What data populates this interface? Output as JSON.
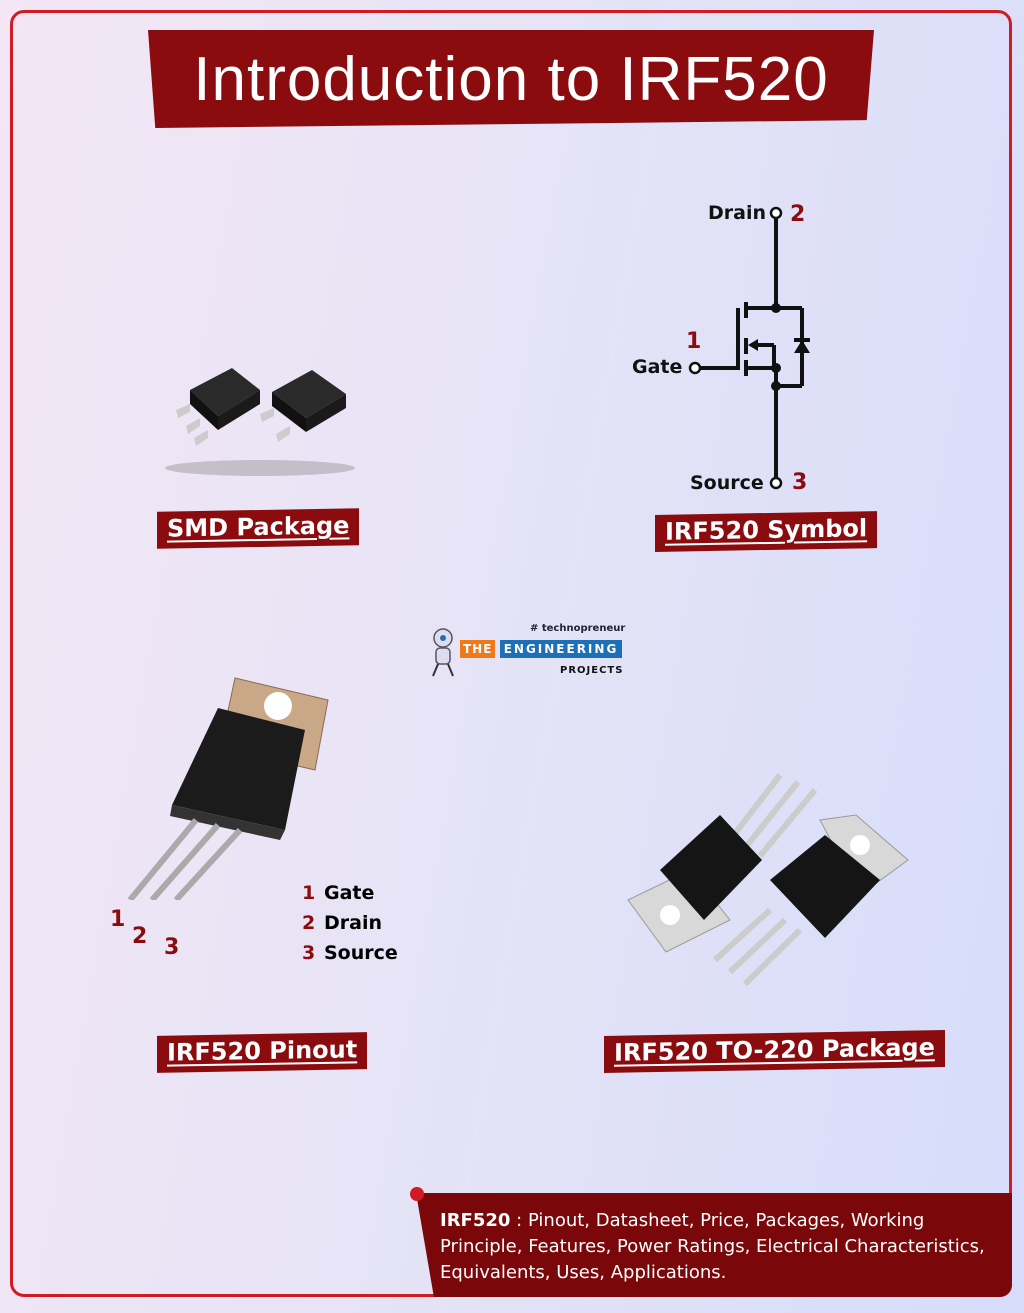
{
  "title": "Introduction to IRF520",
  "labels": {
    "smd": "SMD Package",
    "symbol": "IRF520 Symbol",
    "pinout": "IRF520 Pinout",
    "to220": "IRF520 TO-220 Package"
  },
  "symbol": {
    "drain": "Drain",
    "drain_num": "2",
    "gate": "Gate",
    "gate_num": "1",
    "source": "Source",
    "source_num": "3"
  },
  "pinout": {
    "pin_numbers": [
      "1",
      "2",
      "3"
    ],
    "list": [
      {
        "num": "1",
        "name": "Gate"
      },
      {
        "num": "2",
        "name": "Drain"
      },
      {
        "num": "3",
        "name": "Source"
      }
    ]
  },
  "logo": {
    "tagline": "# technopreneur",
    "the": "THE",
    "engineering": "ENGINEERING",
    "projects": "PROJECTS"
  },
  "footer": {
    "bold": "IRF520",
    "text": " : Pinout, Datasheet, Price, Packages, Working Principle, Features, Power Ratings, Electrical Characteristics, Equivalents, Uses, Applications."
  },
  "colors": {
    "accent": "#8a0c0f",
    "frame": "#d21a22"
  }
}
